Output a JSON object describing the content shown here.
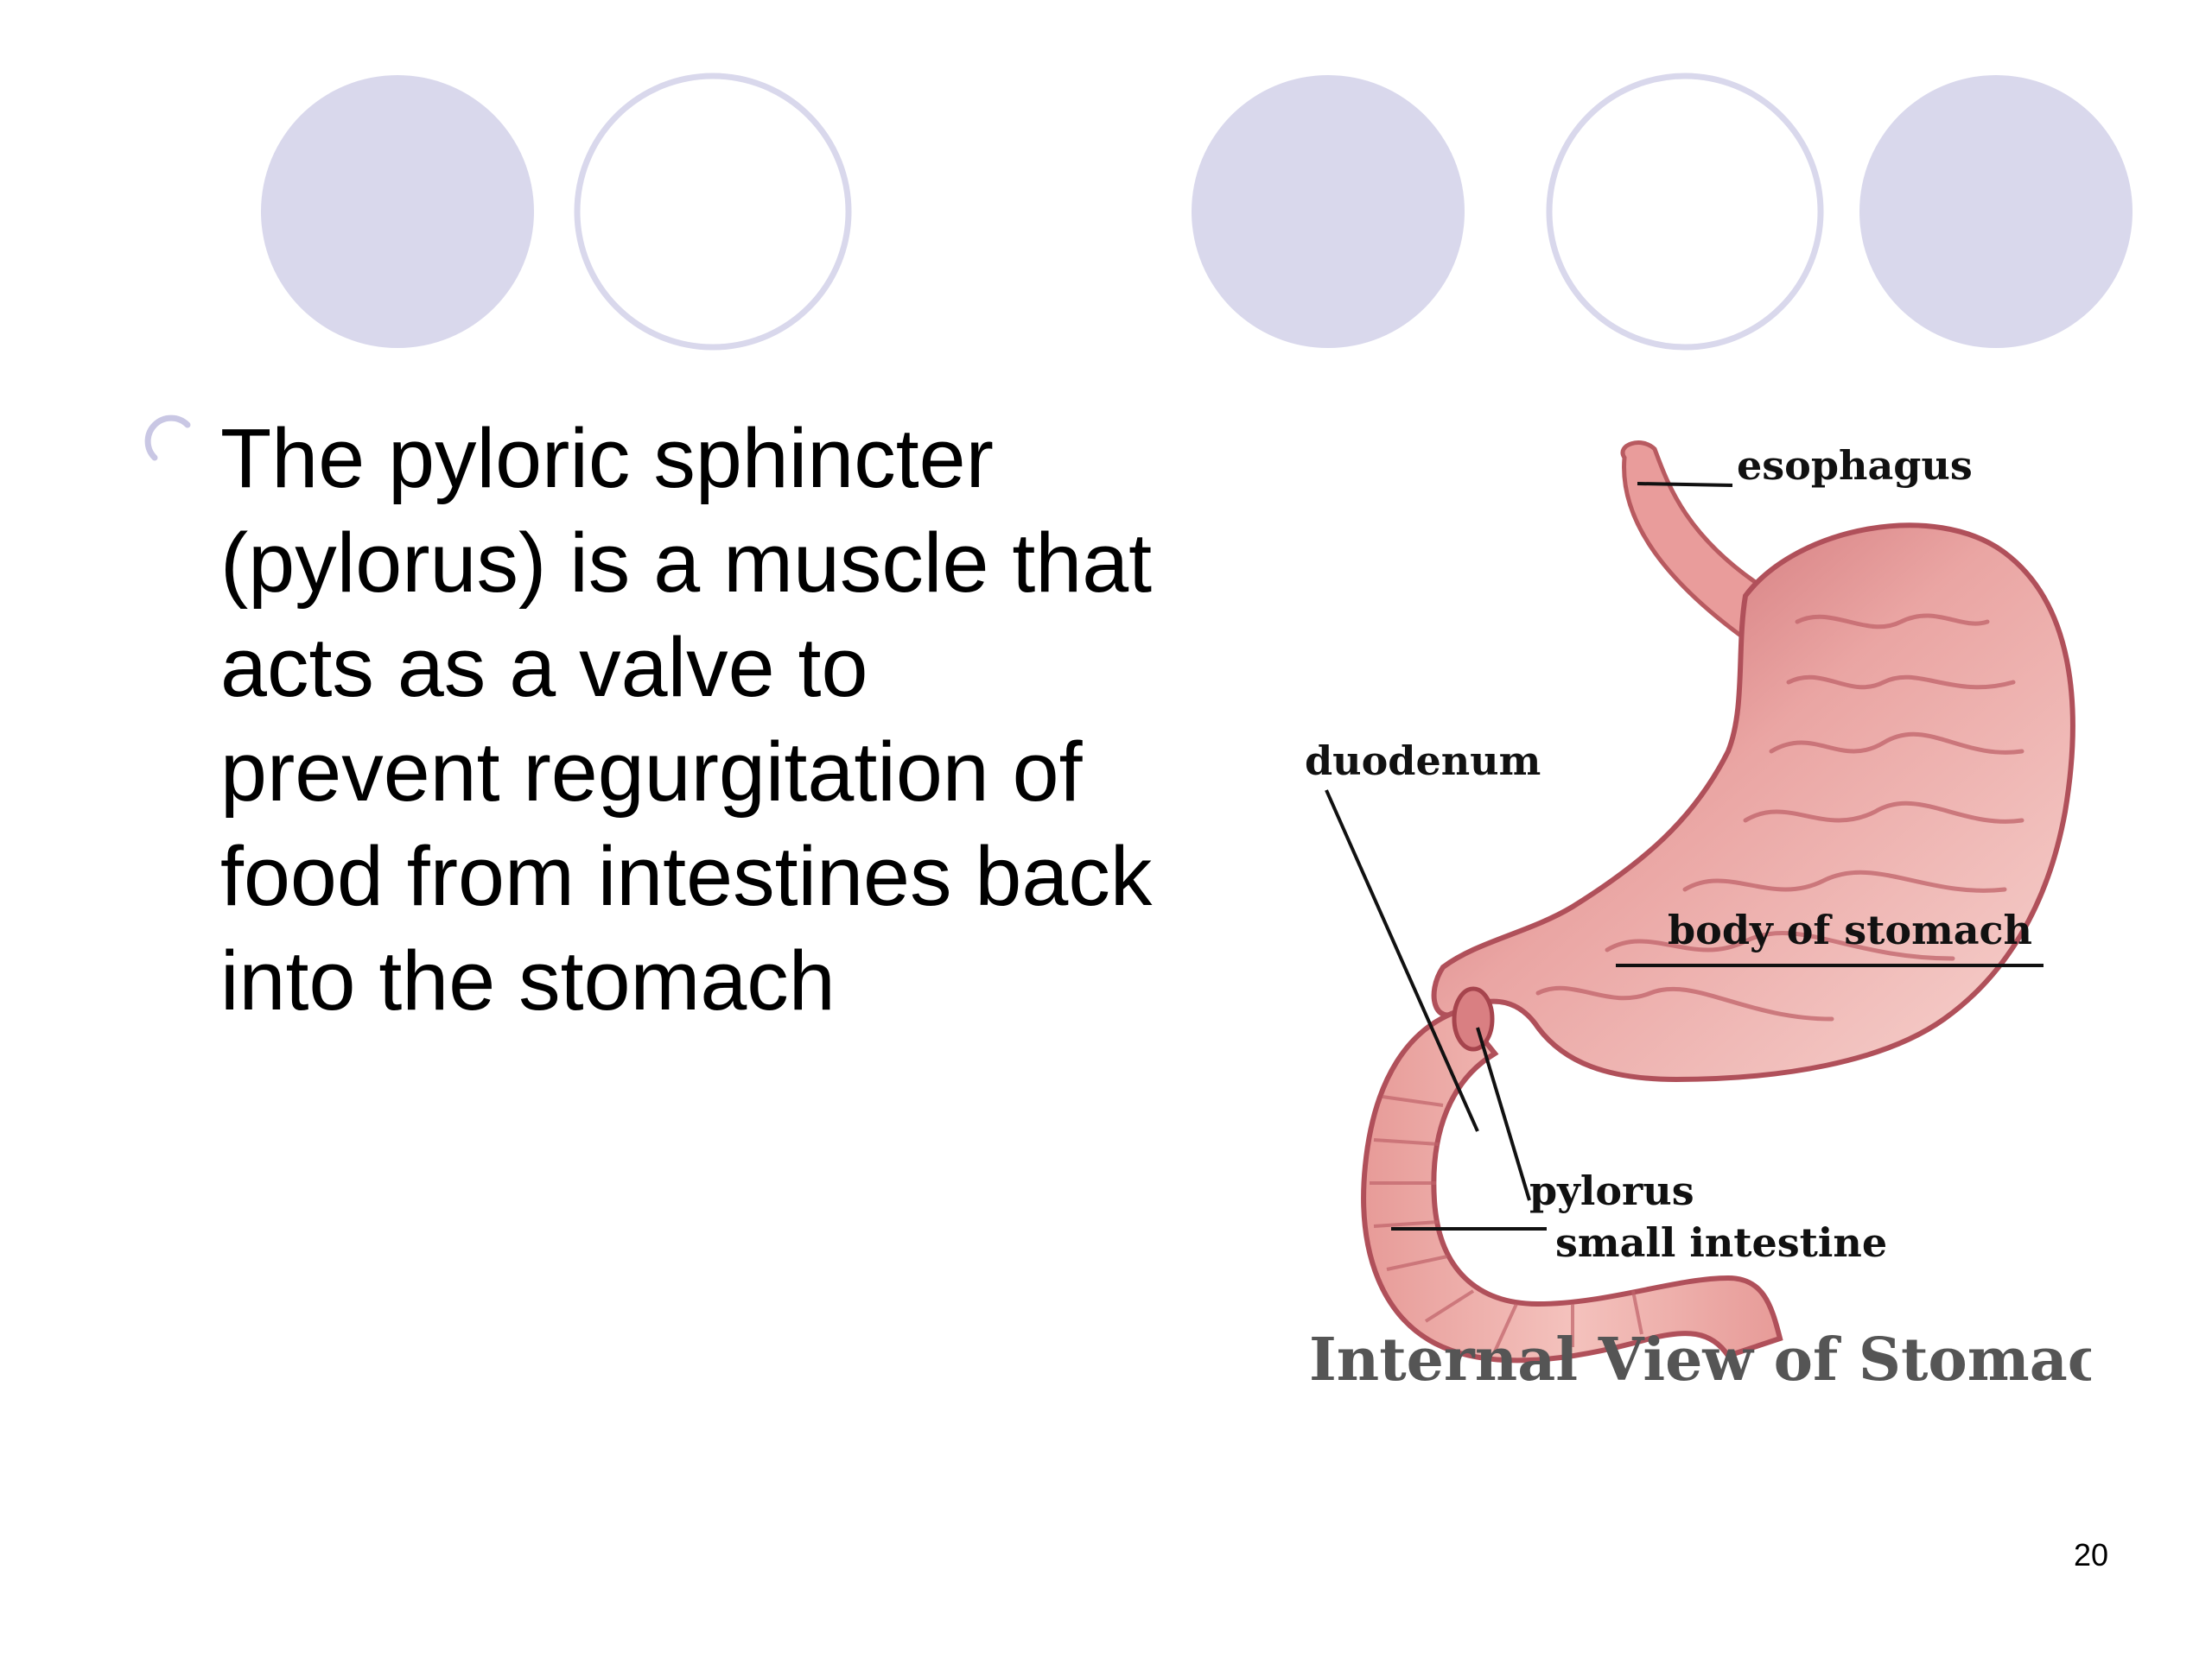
{
  "slide": {
    "page_number": "20",
    "palette": {
      "circle_fill": "#d9d8ec",
      "circle_stroke": "#d9d8ec",
      "stomach_light": "#f2b8b5",
      "stomach_mid": "#e08a88",
      "stomach_dark": "#b84f55",
      "label_color": "#111111",
      "caption_color": "#555555"
    }
  },
  "bullet": {
    "icon": "hollow-circle-bullet-icon",
    "lines": [
      "The pyloric sphincter",
      "(pylorus) is a muscle that",
      "acts as a valve to",
      "prevent regurgitation of",
      "food from intestines back",
      "into the stomach"
    ]
  },
  "figure": {
    "labels": {
      "esophagus": "esophagus",
      "duodenum": "duodenum",
      "body_of_stomach": "body of stomach",
      "pylorus": "pylorus",
      "small_intestine": "small intestine"
    },
    "caption": "Internal View of Stomach"
  }
}
